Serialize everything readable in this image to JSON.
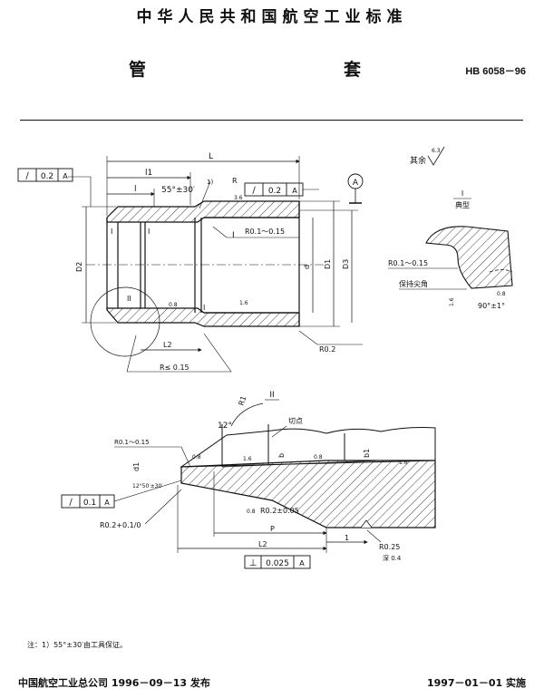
{
  "header": {
    "standard_org": "中华人民共和国航空工业标准"
  },
  "doc": {
    "title": "管　　套",
    "code": "HB 6058－96"
  },
  "top_drawing": {
    "dim_L": "L",
    "dim_l1": "l1",
    "dim_l": "l",
    "angle": "55°±30′",
    "note_ref": "1)",
    "label_R": "R",
    "tol_left_sym": "∕",
    "tol_left_val": "0.2",
    "tol_left_ref": "A",
    "tol_right_sym": "∕",
    "tol_right_val": "0.2",
    "tol_right_ref": "A",
    "datum": "A",
    "rough_36": "3.6",
    "rough_08": "0.8",
    "rough_16": "1.6",
    "section_I_left": "I",
    "section_I_inner": "I",
    "section_I_mid": "I",
    "section_I_low": "I",
    "section_II": "II",
    "r01_015": "R0.1～0.15",
    "D2": "D2",
    "d": "d",
    "D1": "D1",
    "D3": "D3",
    "L2": "L2",
    "r_le": "R≤ 0.15",
    "r02": "R0.2"
  },
  "roughness_other": {
    "prefix": "其余",
    "value": "6.3"
  },
  "detail_I": {
    "title": "I",
    "subtitle": "典型",
    "r_label": "R0.1～0.15",
    "keep_sharp": "保持尖角",
    "rough_16": "1.6",
    "rough_08": "0.8",
    "angle": "90°±1°"
  },
  "detail_II": {
    "title": "II",
    "R1": "R1",
    "angle_12": "12°",
    "tangent": "切点",
    "r01_015": "R0.1～0.15",
    "d1": "d1",
    "b": "b",
    "b1": "b1",
    "rough_08a": "0.8",
    "rough_16a": "1.6",
    "rough_08b": "0.8",
    "rough_16b": "1.6",
    "rough_08c": "0.8",
    "angle_12_50": "12°50′±30′",
    "tol_sym": "∕",
    "tol_val": "0.1",
    "tol_ref": "A",
    "r02_tol": "R0.2+0.1/0",
    "r02_005": "R0.2±0.05",
    "P": "P",
    "L2": "L2",
    "dim_1": "1",
    "r025": "R0.25",
    "depth": "深 0.4",
    "perp_sym": "⊥",
    "perp_val": "0.025",
    "perp_ref": "A"
  },
  "note": "注：1）55°±30′由工具保证。",
  "footer": {
    "issued": "中国航空工业总公司 1996－09－13 发布",
    "effective": "1997－01－01 实施"
  }
}
